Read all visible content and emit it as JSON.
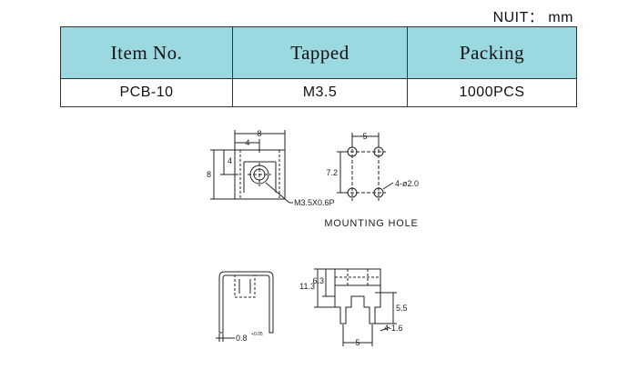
{
  "unit_label": "NUIT： mm",
  "table": {
    "headers": [
      "Item No.",
      "Tapped",
      "Packing"
    ],
    "row": [
      "PCB-10",
      "M3.5",
      "1000PCS"
    ]
  },
  "drawing": {
    "top_view": {
      "dim_width": "8",
      "dim_half": "4",
      "dim_height": "8",
      "dim_half_v": "4",
      "thread_callout": "M3.5X0.6P"
    },
    "hole_pattern": {
      "dim_spacing_x": "5",
      "dim_spacing_y": "7.2",
      "hole_callout": "4-ø2.0",
      "caption": "MOUNTING HOLE"
    },
    "side_view": {
      "thickness_callout": "0.8",
      "thickness_tolerance": "+0.05"
    },
    "front_view": {
      "dim_total_height": "11.3",
      "dim_upper": "6.3",
      "dim_pin_length": "5.5",
      "pin_callout": "4-1.6",
      "dim_pin_spacing": "5"
    }
  },
  "colors": {
    "header_bg": "#9ad9e0",
    "line": "#222222"
  }
}
